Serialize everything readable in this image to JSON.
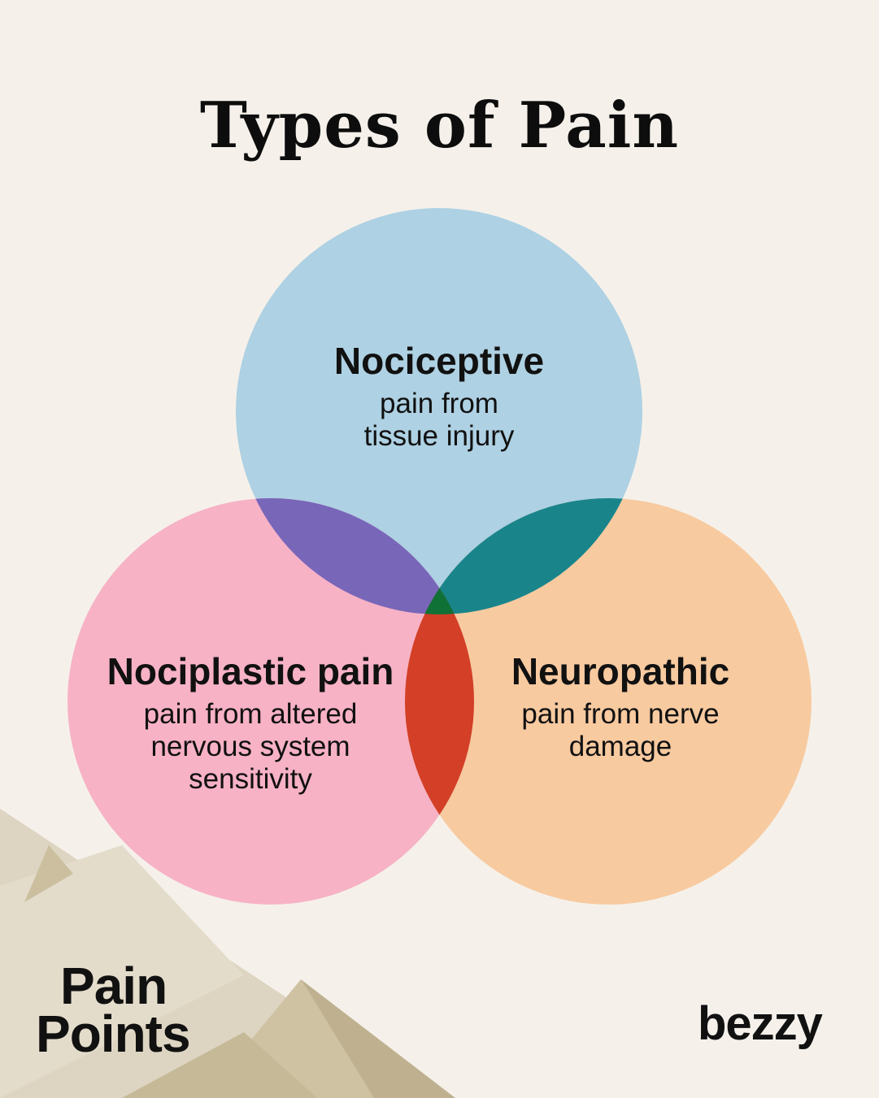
{
  "title": "Types of Pain",
  "circles": [
    {
      "id": "nociceptive",
      "title": "Nociceptive",
      "description_lines": [
        "pain from",
        "tissue injury"
      ],
      "color": "#aed1e3"
    },
    {
      "id": "nociplastic",
      "title": "Nociplastic pain",
      "description_lines": [
        "pain from altered",
        "nervous system",
        "sensitivity"
      ],
      "color": "#f7b2c6"
    },
    {
      "id": "neuropathic",
      "title": "Neuropathic",
      "description_lines": [
        "pain from nerve",
        "damage"
      ],
      "color": "#f8caa0"
    }
  ],
  "overlap_colors": {
    "nociceptive_nociplastic": "#7866b9",
    "nociceptive_neuropathic": "#19858b",
    "nociplastic_neuropathic": "#d33f27",
    "center": "#0f7135"
  },
  "background_color": "#f5f1ea",
  "logos": {
    "pain_points_line1": "Pain",
    "pain_points_line2": "Points",
    "bezzy": "bezzy"
  }
}
